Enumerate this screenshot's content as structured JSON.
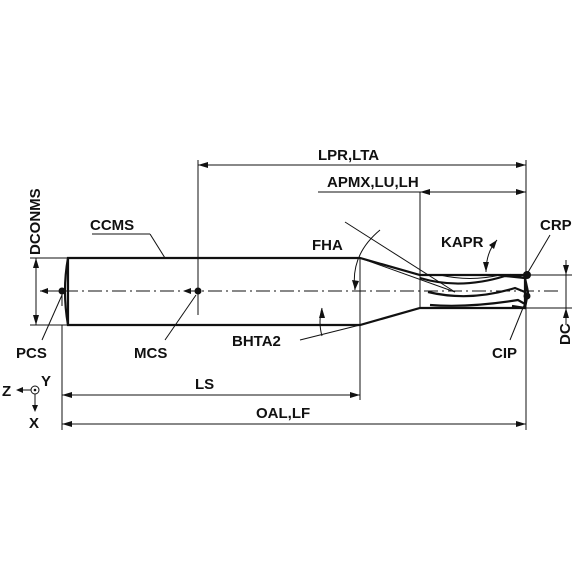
{
  "labels": {
    "lpr_lta": "LPR,LTA",
    "apmx_lu_lh": "APMX,LU,LH",
    "dconms": "DCONMS",
    "ccms": "CCMS",
    "fha": "FHA",
    "kapr": "KAPR",
    "crp": "CRP",
    "pcs": "PCS",
    "mcs": "MCS",
    "bhta2": "BHTA2",
    "cip": "CIP",
    "dc": "DC",
    "ls": "LS",
    "oal_lf": "OAL,LF",
    "axis_z": "Z",
    "axis_y": "Y",
    "axis_x": "X"
  }
}
